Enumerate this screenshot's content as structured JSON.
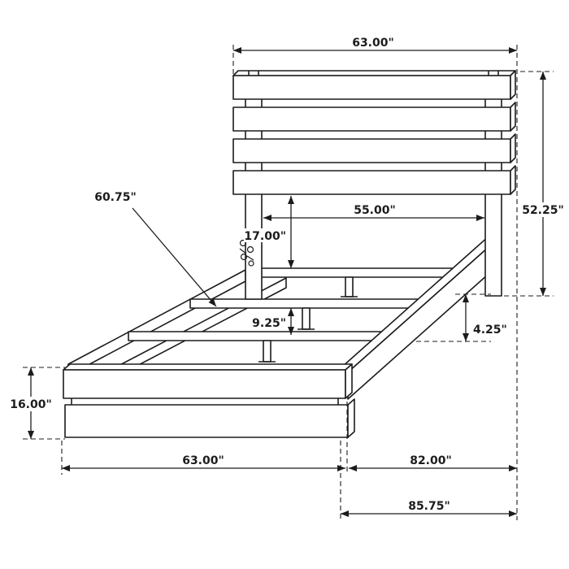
{
  "diagram": {
    "colors": {
      "line": "#1c1c1c",
      "background": "#ffffff"
    },
    "labels": {
      "headboard_width": "63.00\"",
      "headboard_height": "52.25\"",
      "center_rail_length": "60.75\"",
      "inner_width": "55.00\"",
      "headboard_clearance": "17.00\"",
      "support_leg_height": "9.25\"",
      "rail_clearance": "4.25\"",
      "footboard_height": "16.00\"",
      "footboard_width": "63.00\"",
      "frame_length": "82.00\"",
      "overall_length": "85.75\""
    }
  }
}
